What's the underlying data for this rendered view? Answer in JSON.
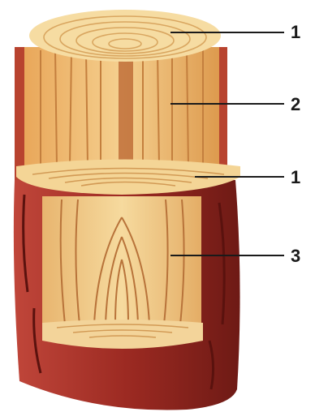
{
  "diagram": {
    "subject": "wood-cuts-diagram",
    "parts": [
      {
        "id": "cross-section-top",
        "number": "1"
      },
      {
        "id": "radial-section",
        "number": "2"
      },
      {
        "id": "cross-section-middle",
        "number": "1"
      },
      {
        "id": "tangential-section",
        "number": "3"
      }
    ],
    "colors": {
      "light_wood": "#f2cf86",
      "mid_wood": "#e9b061",
      "dark_grain": "#b8733a",
      "bark": "#a9302a",
      "bark_dark": "#6e1a15",
      "leader_line": "#1a1a1a"
    }
  }
}
